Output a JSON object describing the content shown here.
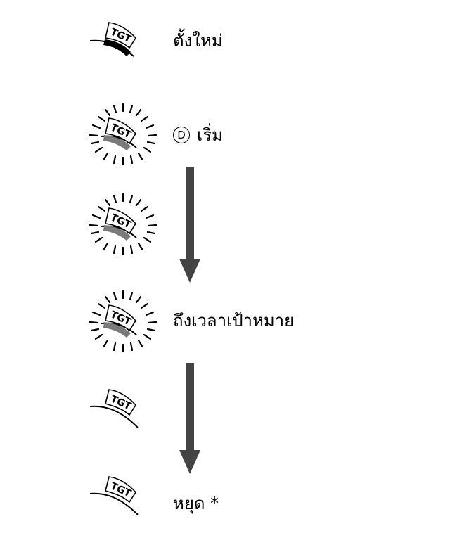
{
  "tag_text": "TGT",
  "steps": {
    "reset": {
      "label": "ตั้งใหม่"
    },
    "start": {
      "button_symbol": "D",
      "label": "เริ่ม"
    },
    "target": {
      "label": "ถึงเวลาเป้าหมาย"
    },
    "stop": {
      "label": "หยุด *"
    }
  },
  "colors": {
    "band_solid": "#000000",
    "band_lit": "#7a7a7a",
    "arrow": "#444444"
  }
}
